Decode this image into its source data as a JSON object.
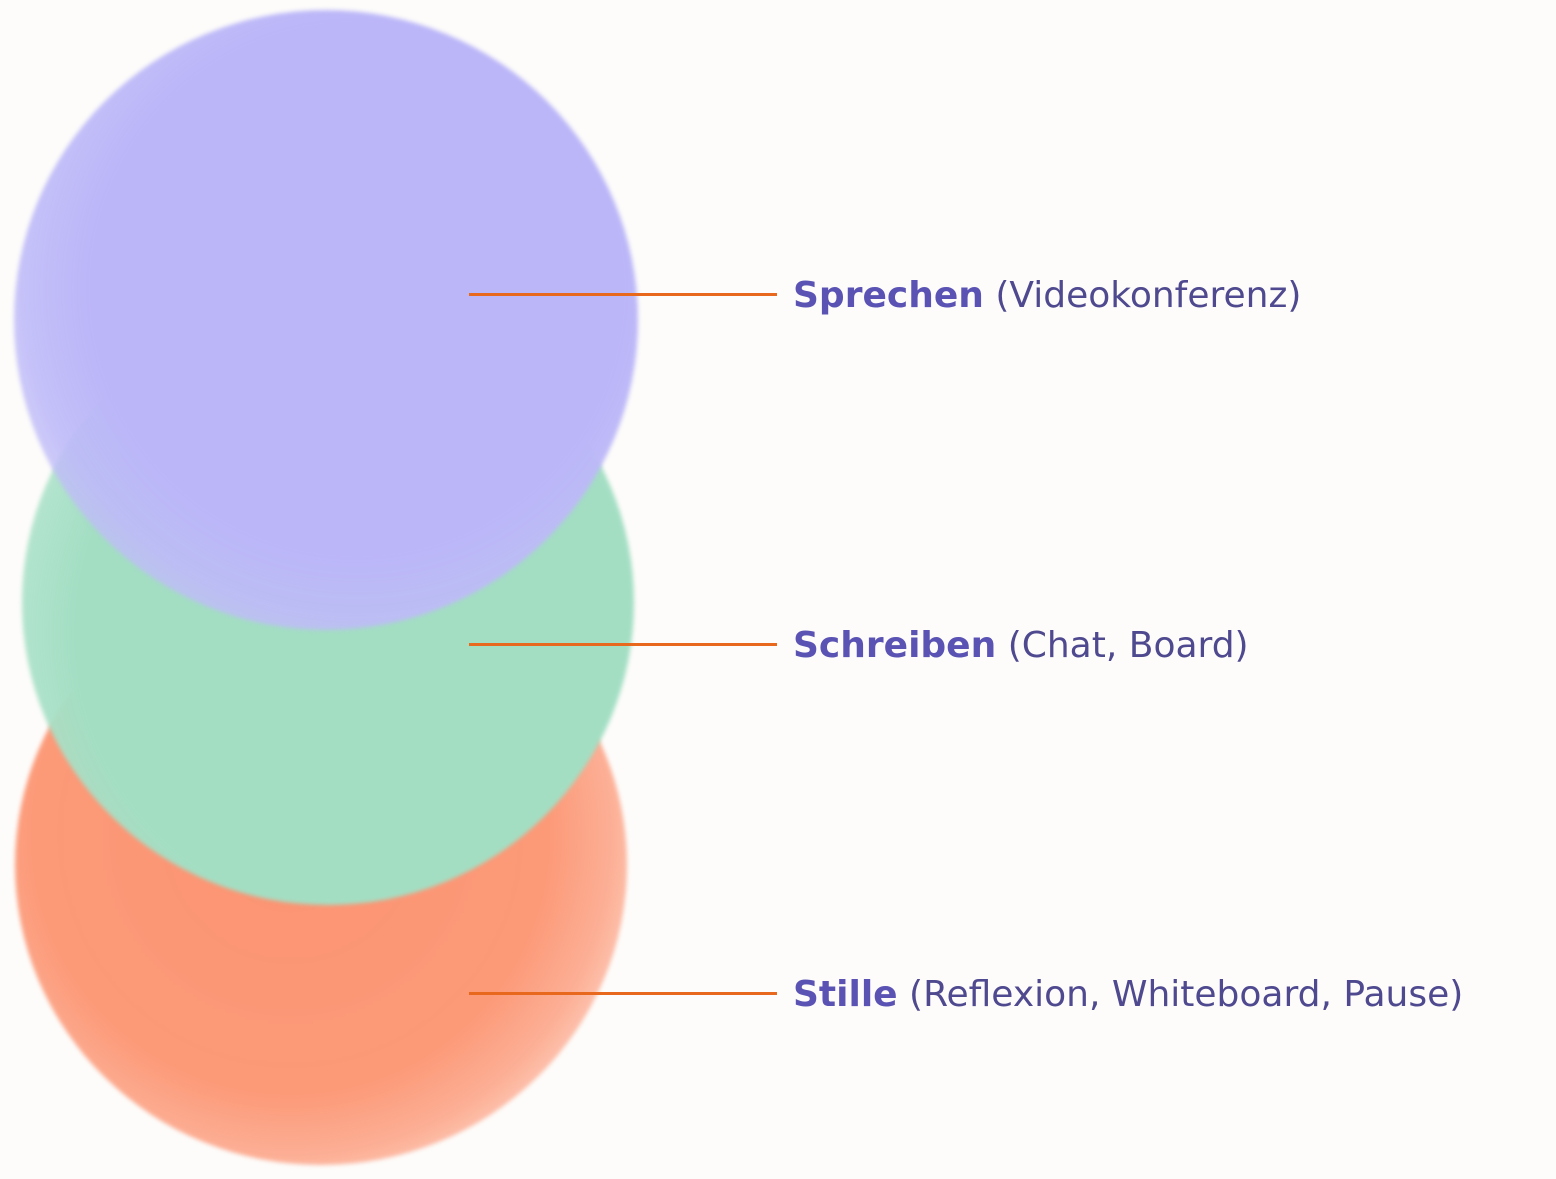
{
  "diagram": {
    "items": [
      {
        "term": "Sprechen",
        "detail": "(Videokonferenz)",
        "blob_color": "#bbb6f8"
      },
      {
        "term": "Schreiben",
        "detail": "(Chat, Board)",
        "blob_color": "#a3dec3"
      },
      {
        "term": "Stille",
        "detail": "(Reflexion, Whiteboard, Pause)",
        "blob_color": "#fc9472"
      }
    ],
    "connector_color": "#e8681e",
    "term_color": "#5a53b4",
    "detail_color": "#4f4a8f"
  }
}
